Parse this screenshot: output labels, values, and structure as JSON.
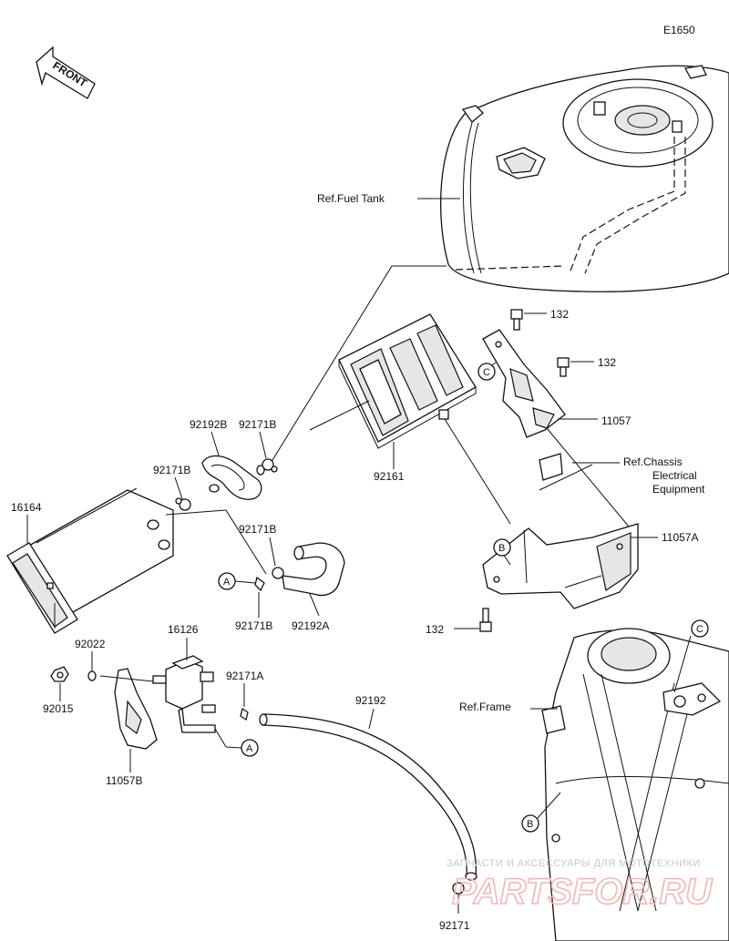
{
  "diagram_code": "E1650",
  "front_label": "FRONT",
  "ref_fuel_tank": "Ref.Fuel Tank",
  "ref_chassis": [
    "Ref.Chassis",
    "Electrical",
    "Equipment"
  ],
  "ref_frame": "Ref.Frame",
  "parts": {
    "p132a": "132",
    "p132b": "132",
    "p132c": "132",
    "p11057": "11057",
    "p11057A": "11057A",
    "p11057B": "11057B",
    "p92161": "92161",
    "p92192B": "92192B",
    "p92171B_1": "92171B",
    "p92171B_2": "92171B",
    "p92171B_3": "92171B",
    "p92171B_4": "92171B",
    "p16164": "16164",
    "p92192A": "92192A",
    "p92022": "92022",
    "p16126": "16126",
    "p92171A": "92171A",
    "p92015": "92015",
    "p92192": "92192",
    "p92171": "92171"
  },
  "callouts": {
    "a1": "A",
    "a2": "A",
    "b1": "B",
    "b2": "B",
    "c1": "C",
    "c2": "C"
  },
  "watermark": {
    "line1": "ЗАПЧАСТИ И АКСЕССУАРЫ ДЛЯ МОТОТЕХНИКИ",
    "line2": "PARTSFOR.RU"
  }
}
